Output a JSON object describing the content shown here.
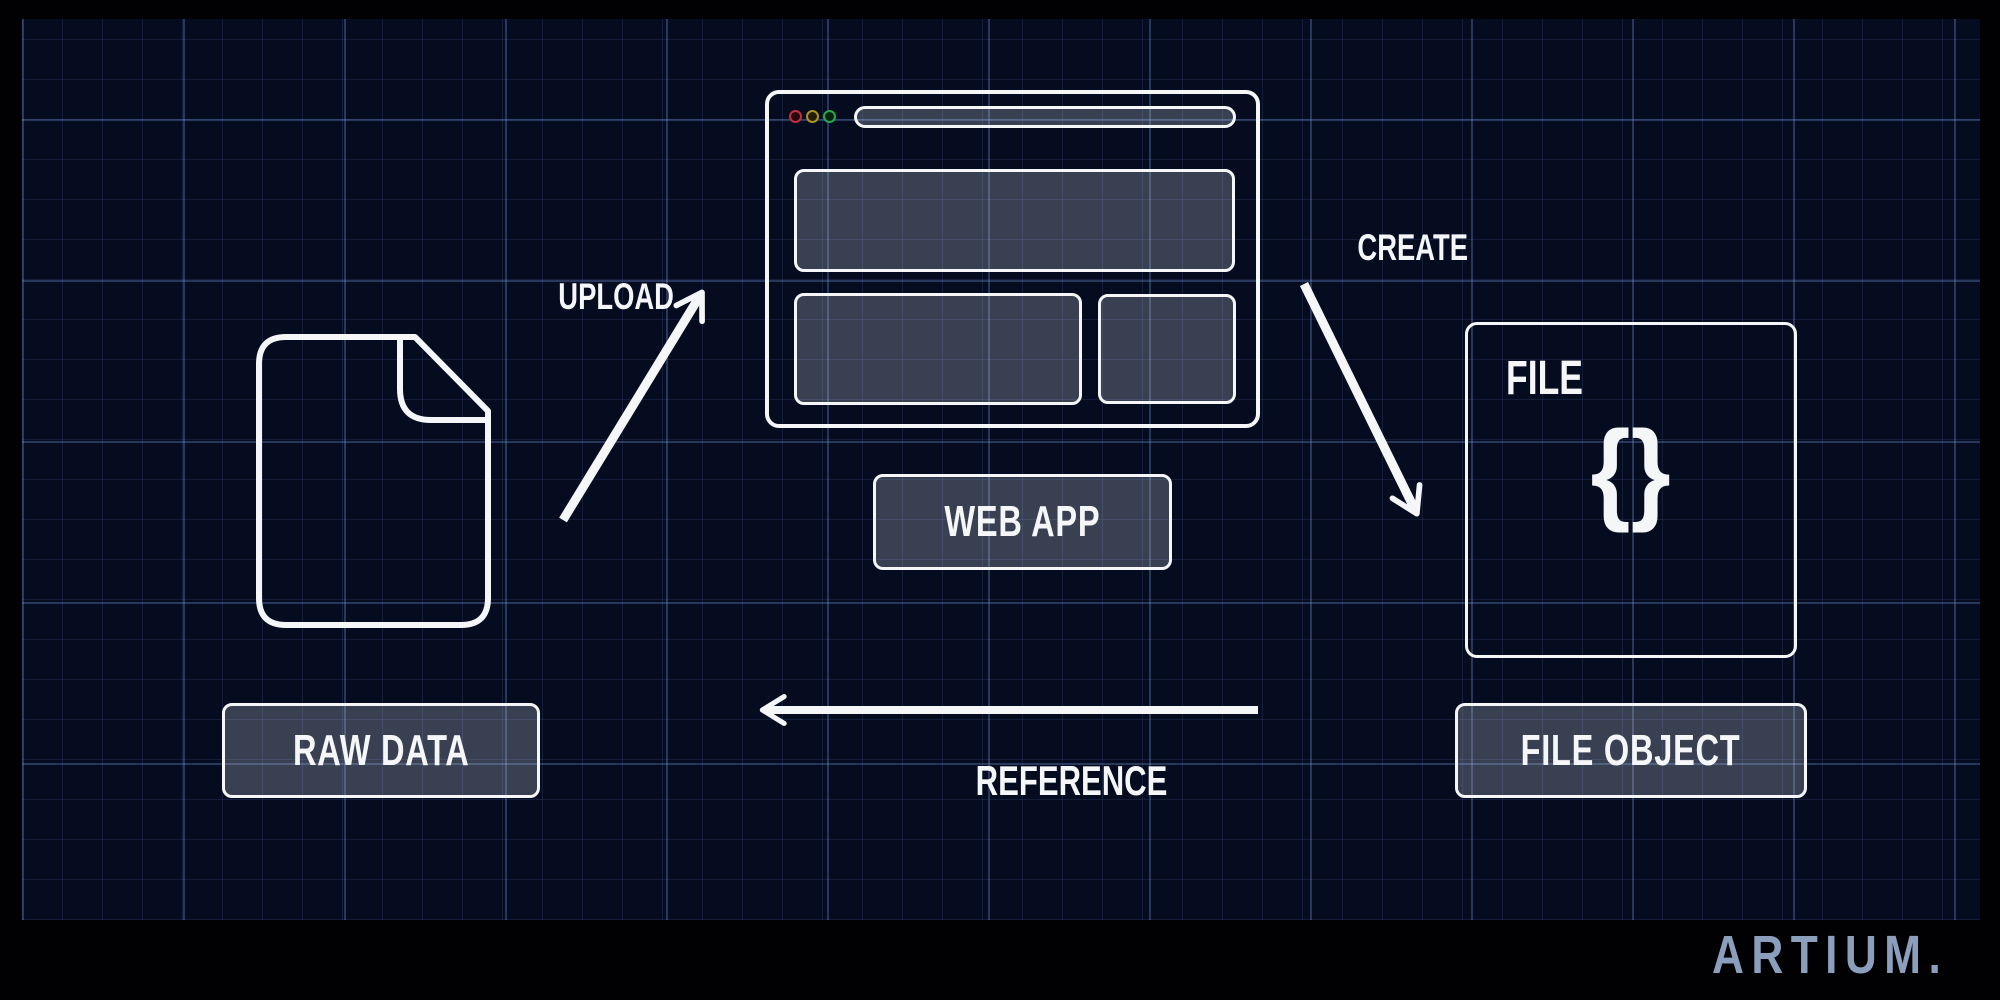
{
  "page": {
    "background": "#010103",
    "canvas_color": "#060c20",
    "line_color": "#f4f6f8",
    "panel_fill": "#3d4456",
    "logo_color": "#8b9fbc"
  },
  "brand": {
    "logo_text": "ARTIUM."
  },
  "diagram": {
    "nodes": [
      {
        "id": "raw-data",
        "label": "RAW DATA"
      },
      {
        "id": "web-app",
        "label": "WEB APP"
      },
      {
        "id": "file-object",
        "label": "FILE OBJECT"
      }
    ],
    "file_card": {
      "title": "FILE",
      "glyph": "{}"
    },
    "edges": [
      {
        "id": "upload",
        "label": "UPLOAD",
        "direction": "up-right"
      },
      {
        "id": "create",
        "label": "CREATE",
        "direction": "down-right"
      },
      {
        "id": "reference",
        "label": "REFERENCE",
        "direction": "left"
      }
    ],
    "browser": {
      "traffic_lights": [
        "red",
        "yellow",
        "green"
      ]
    }
  }
}
